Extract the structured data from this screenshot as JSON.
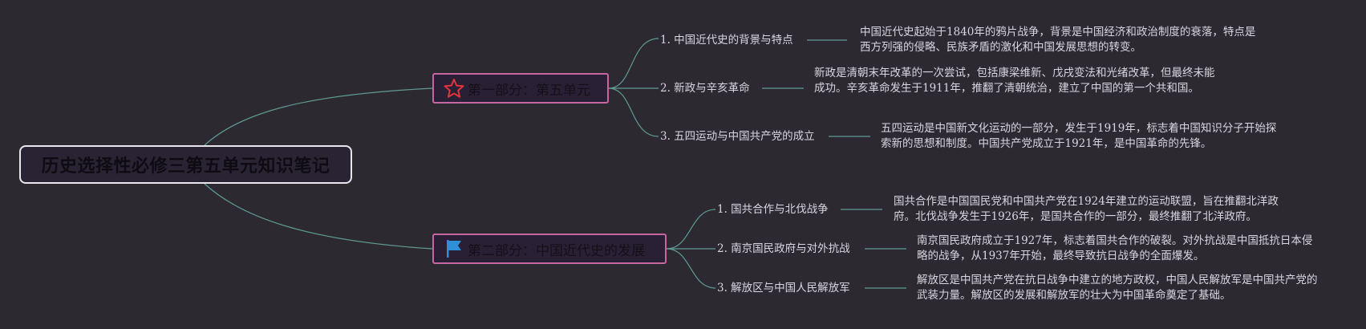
{
  "root": {
    "title": "历史选择性必修三第五单元知识笔记"
  },
  "sections": [
    {
      "title": "第一部分：第五单元",
      "icon": "star-icon",
      "topics": [
        {
          "label": "1. 中国近代史的背景与特点",
          "detail": "中国近代史起始于1840年的鸦片战争，背景是中国经济和政治制度的衰落，特点是西方列强的侵略、民族矛盾的激化和中国发展思想的转变。"
        },
        {
          "label": "2. 新政与辛亥革命",
          "detail": "新政是清朝末年改革的一次尝试，包括康梁维新、戊戌变法和光绪改革，但最终未能成功。辛亥革命发生于1911年，推翻了清朝统治，建立了中国的第一个共和国。"
        },
        {
          "label": "3. 五四运动与中国共产党的成立",
          "detail": "五四运动是中国新文化运动的一部分，发生于1919年，标志着中国知识分子开始探索新的思想和制度。中国共产党成立于1921年，是中国革命的先锋。"
        }
      ]
    },
    {
      "title": "第二部分：中国近代史的发展",
      "icon": "flag-icon",
      "topics": [
        {
          "label": "1. 国共合作与北伐战争",
          "detail": "国共合作是中国国民党和中国共产党在1924年建立的运动联盟，旨在推翻北洋政府。北伐战争发生于1926年，是国共合作的一部分，最终推翻了北洋政府。"
        },
        {
          "label": "2. 南京国民政府与对外抗战",
          "detail": "南京国民政府成立于1927年，标志着国共合作的破裂。对外抗战是中国抵抗日本侵略的战争，从1937年开始，最终导致抗日战争的全面爆发。"
        },
        {
          "label": "3. 解放区与中国人民解放军",
          "detail": "解放区是中国共产党在抗日战争中建立的地方政权，中国人民解放军是中国共产党的武装力量。解放区的发展和解放军的壮大为中国革命奠定了基础。"
        }
      ]
    }
  ],
  "colors": {
    "background": "#2c2930",
    "link": "#5f9a94",
    "section_border": "#c7679f",
    "root_border": "#e8e6ec",
    "star": "#e0353a",
    "flag": "#2f8fd8"
  }
}
